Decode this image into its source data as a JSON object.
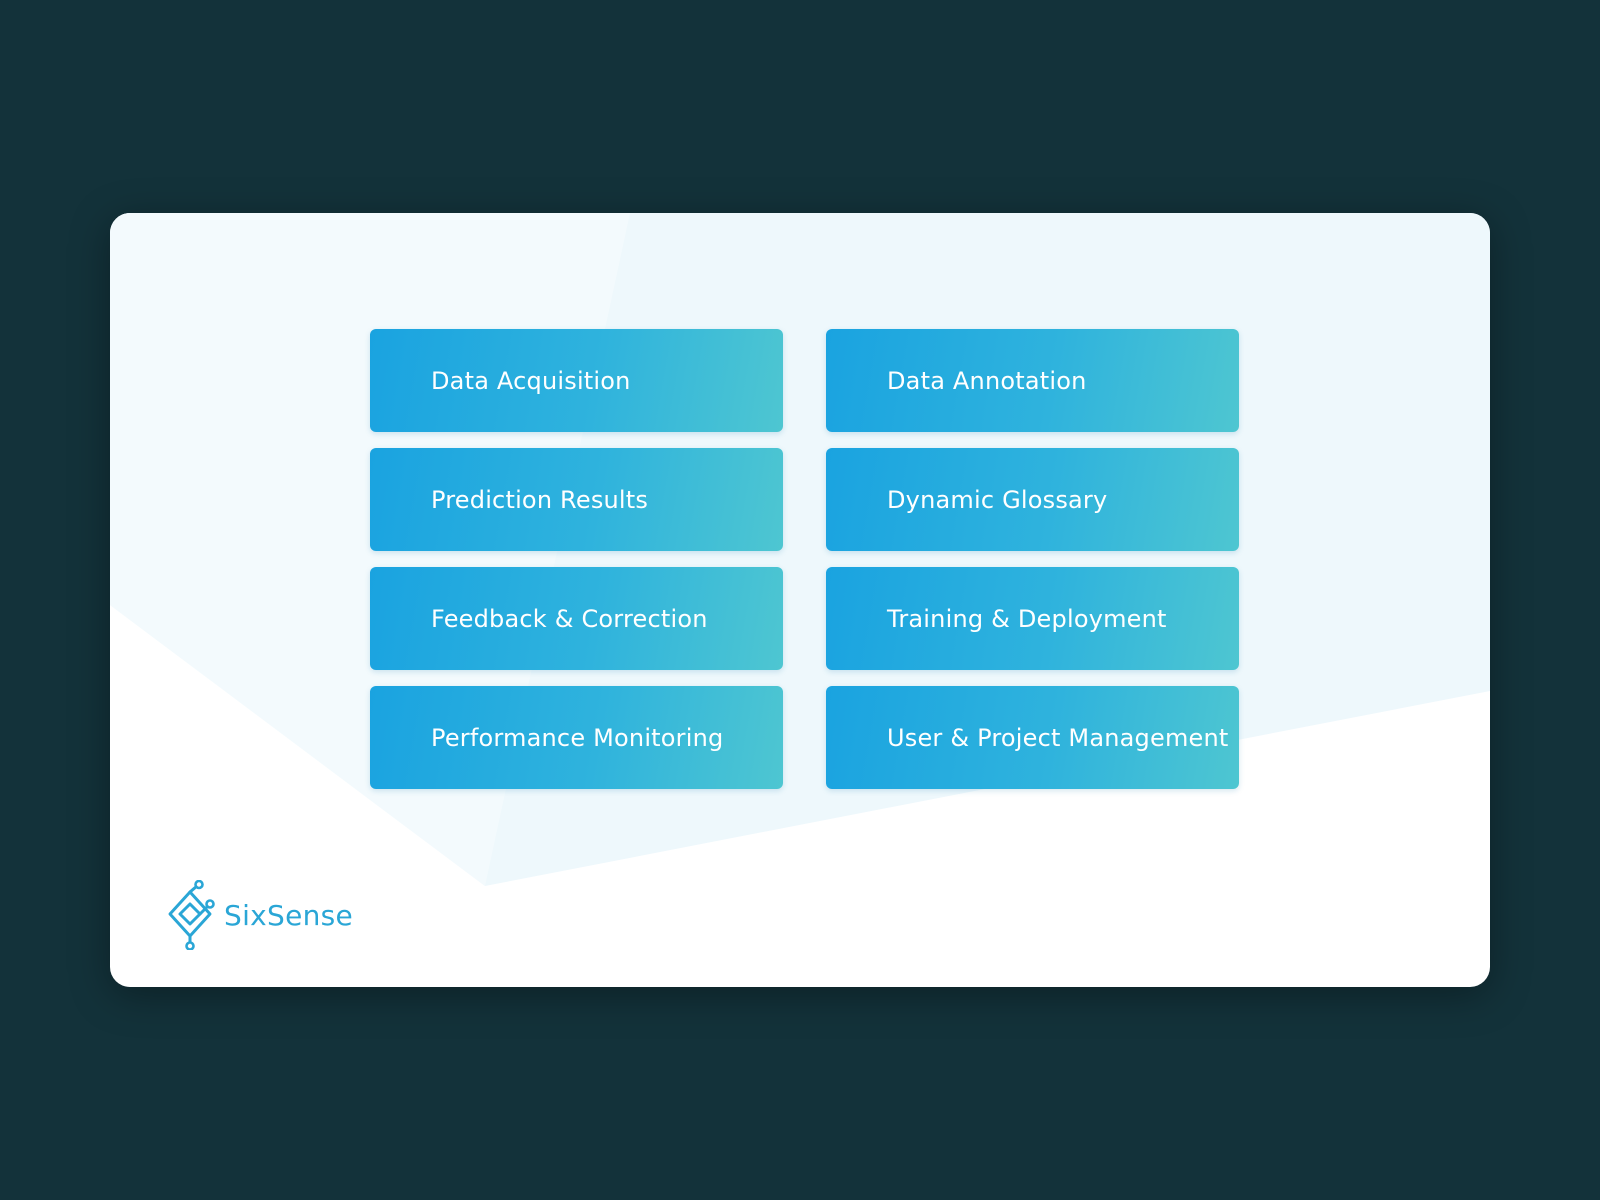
{
  "features": [
    {
      "label": "Data Acquisition"
    },
    {
      "label": "Data Annotation"
    },
    {
      "label": "Prediction Results"
    },
    {
      "label": "Dynamic Glossary"
    },
    {
      "label": "Feedback & Correction"
    },
    {
      "label": "Training & Deployment"
    },
    {
      "label": "Performance Monitoring"
    },
    {
      "label": "User & Project Management"
    }
  ],
  "brand": {
    "name": "SixSense",
    "color": "#2aa6d6"
  },
  "colors": {
    "page_background": "#13323a",
    "card_background": "#ffffff",
    "tile_gradient_start": "#1aa3e0",
    "tile_gradient_end": "#4ec6d1"
  }
}
